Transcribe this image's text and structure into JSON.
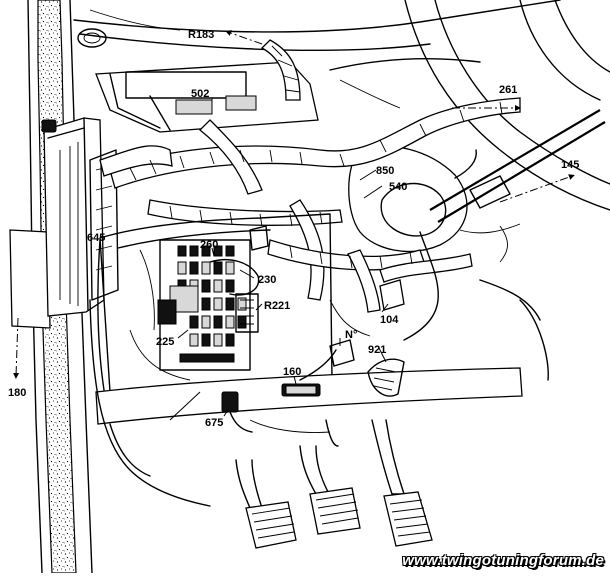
{
  "diagram": {
    "callouts": {
      "r183": "R183",
      "c502": "502",
      "c261": "261",
      "c145": "145",
      "c850": "850",
      "c540": "540",
      "c645": "645",
      "c260": "260",
      "c230": "230",
      "r221": "R221",
      "c225": "225",
      "c104": "104",
      "c921": "921",
      "n_deg": "N°",
      "c160": "160",
      "c180": "180",
      "c675": "675"
    },
    "watermark": "www.twingotuningforum.de"
  }
}
